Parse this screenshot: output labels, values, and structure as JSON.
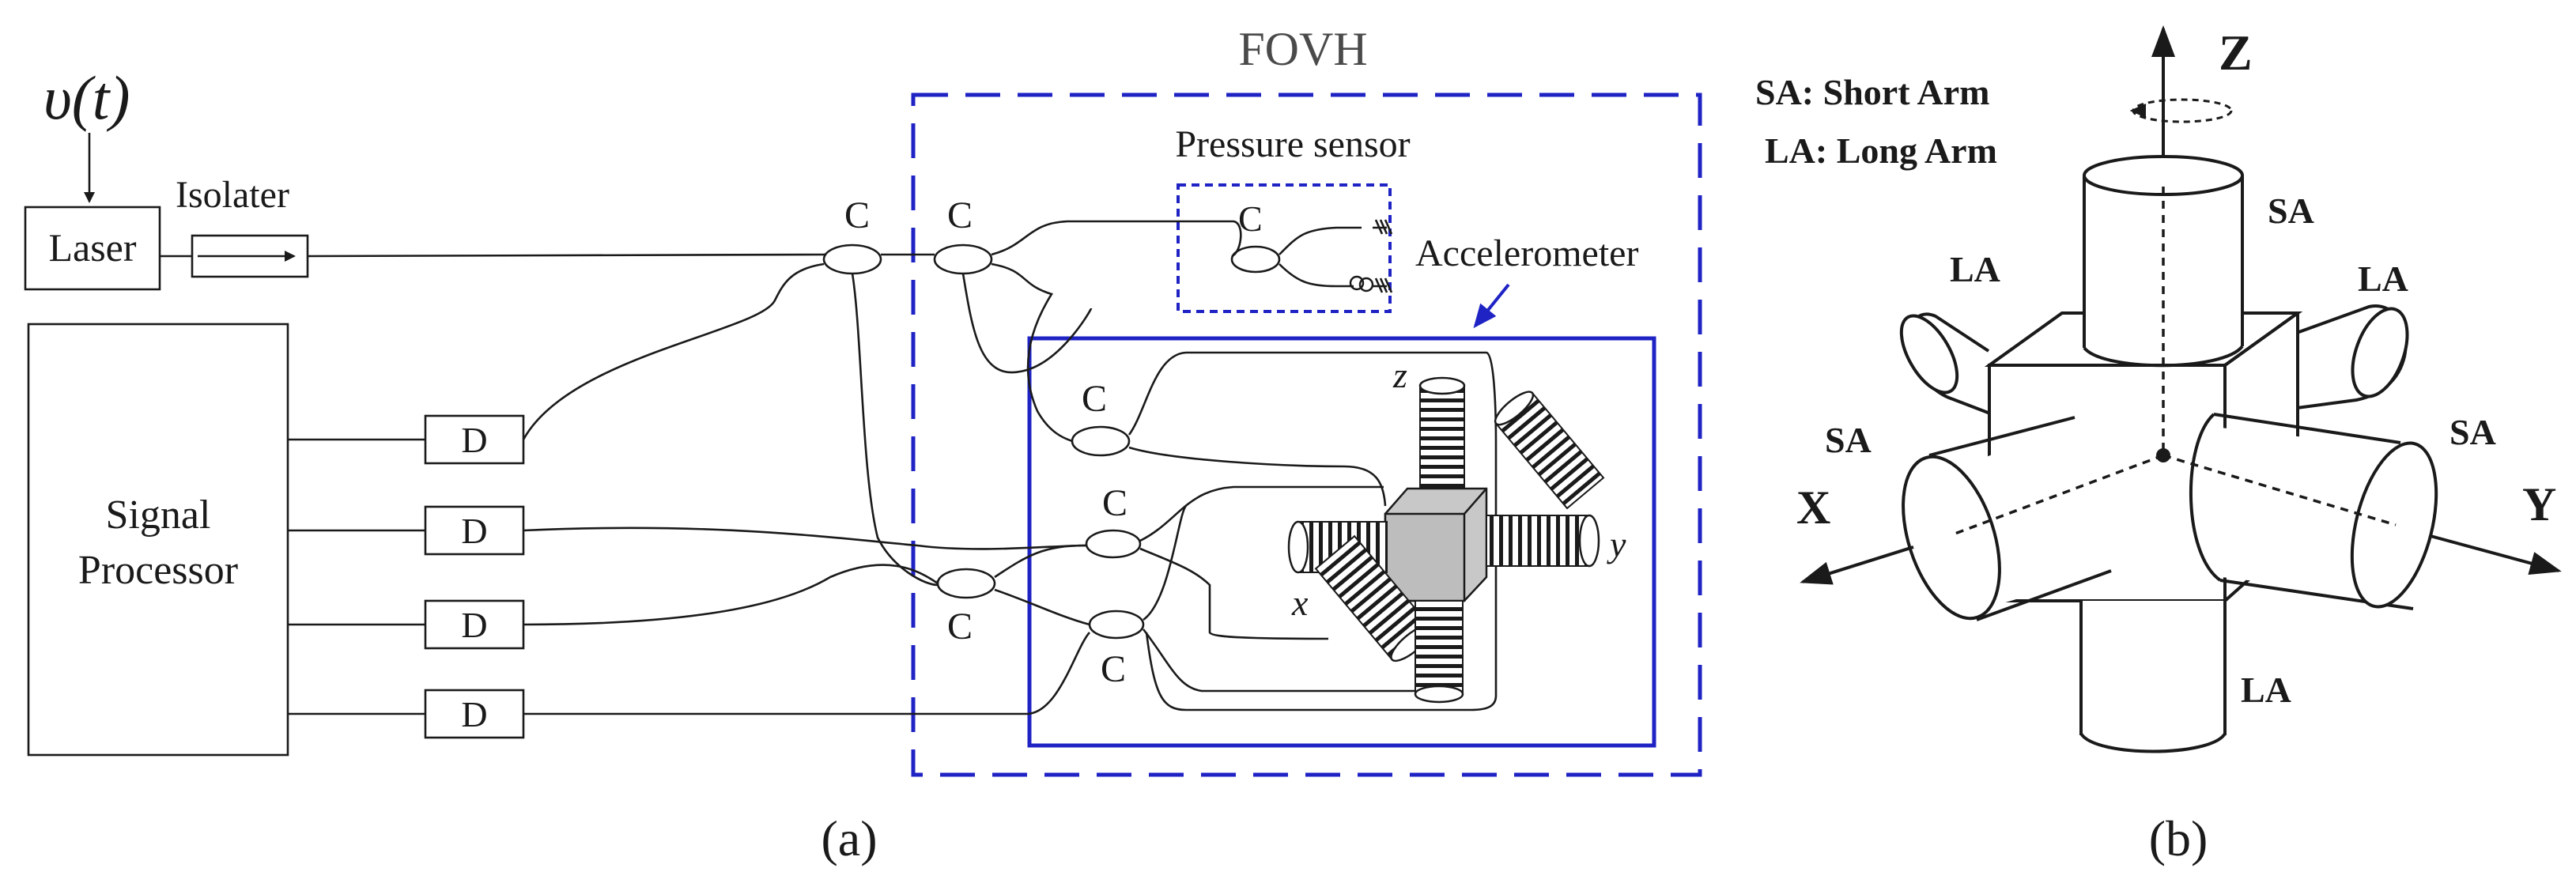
{
  "figure_a": {
    "input_signal": "υ(t)",
    "laser": "Laser",
    "isolator": "Isolater",
    "signal_processor_line1": "Signal",
    "signal_processor_line2": "Processor",
    "detector": "D",
    "coupler": "C",
    "fovh": "FOVH",
    "pressure_sensor": "Pressure sensor",
    "accelerometer": "Accelerometer",
    "axis_x": "x",
    "axis_y": "y",
    "axis_z": "z",
    "caption": "(a)"
  },
  "figure_b": {
    "legend_sa": "SA: Short Arm",
    "legend_la": "LA: Long Arm",
    "axis_x": "X",
    "axis_y": "Y",
    "axis_z": "Z",
    "short_arm": "SA",
    "long_arm": "LA",
    "caption": "(b)"
  },
  "colors": {
    "blue_frame": "#1f23c4",
    "line": "#1a1a1a",
    "coil_gray": "#c8c8c8"
  }
}
